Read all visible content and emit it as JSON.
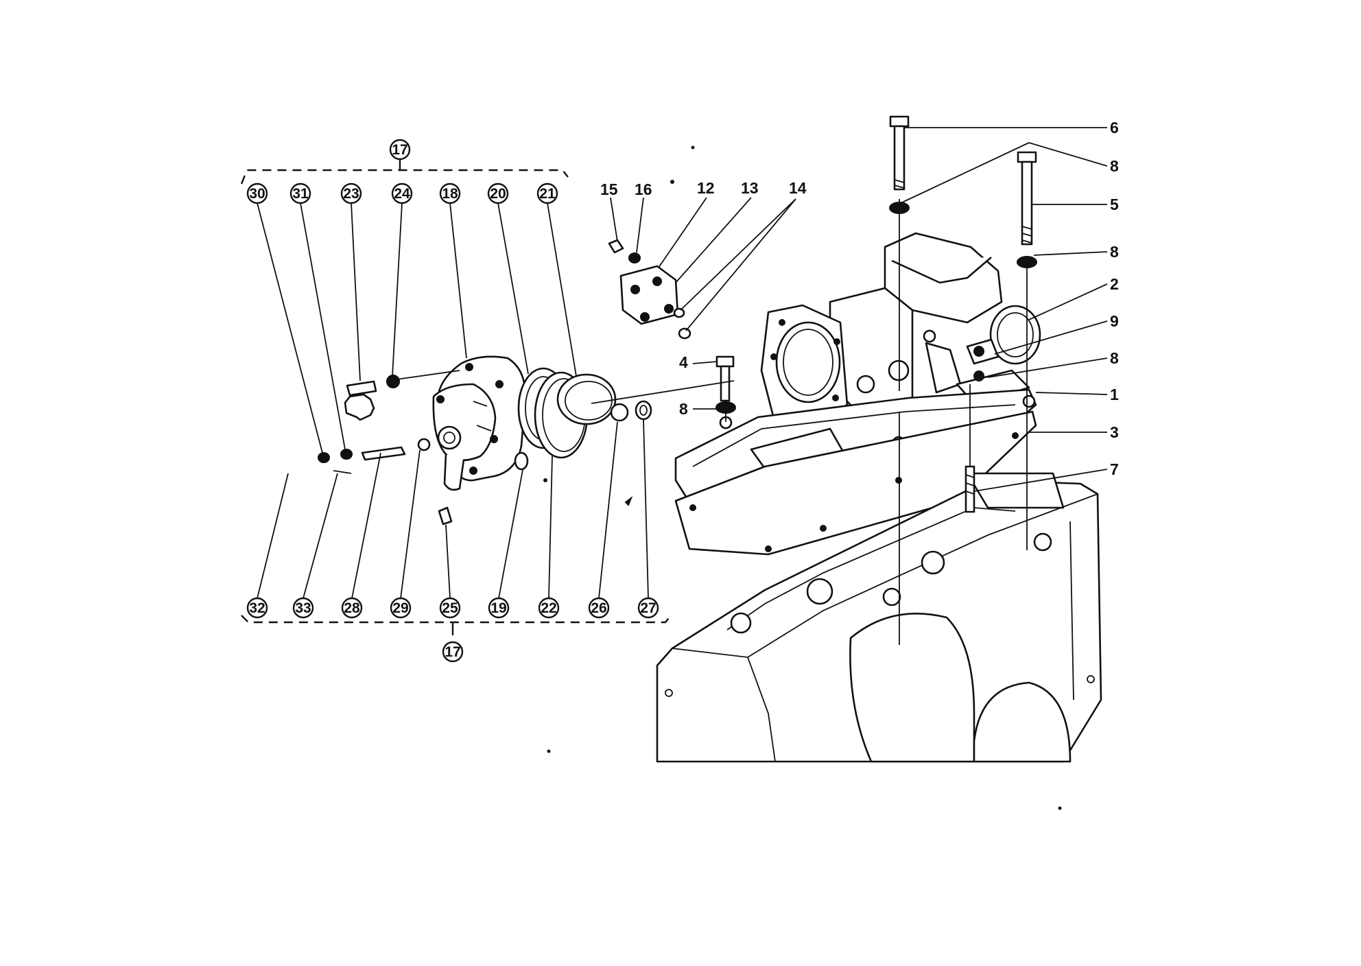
{
  "diagram": {
    "group_label": "17",
    "assembly_callouts": [
      {
        "id": "c30",
        "label": "30"
      },
      {
        "id": "c31",
        "label": "31"
      },
      {
        "id": "c23",
        "label": "23"
      },
      {
        "id": "c24",
        "label": "24"
      },
      {
        "id": "c18",
        "label": "18"
      },
      {
        "id": "c20",
        "label": "20"
      },
      {
        "id": "c21",
        "label": "21"
      },
      {
        "id": "c32",
        "label": "32"
      },
      {
        "id": "c33",
        "label": "33"
      },
      {
        "id": "c28",
        "label": "28"
      },
      {
        "id": "c29",
        "label": "29"
      },
      {
        "id": "c25",
        "label": "25"
      },
      {
        "id": "c19",
        "label": "19"
      },
      {
        "id": "c22",
        "label": "22"
      },
      {
        "id": "c26",
        "label": "26"
      },
      {
        "id": "c27",
        "label": "27"
      }
    ],
    "part_labels": [
      {
        "id": "p15",
        "label": "15"
      },
      {
        "id": "p16",
        "label": "16"
      },
      {
        "id": "p12",
        "label": "12"
      },
      {
        "id": "p13",
        "label": "13"
      },
      {
        "id": "p14",
        "label": "14"
      },
      {
        "id": "p6",
        "label": "6"
      },
      {
        "id": "p8a",
        "label": "8"
      },
      {
        "id": "p5",
        "label": "5"
      },
      {
        "id": "p8b",
        "label": "8"
      },
      {
        "id": "p2",
        "label": "2"
      },
      {
        "id": "p9",
        "label": "9"
      },
      {
        "id": "p8c",
        "label": "8"
      },
      {
        "id": "p1",
        "label": "1"
      },
      {
        "id": "p3",
        "label": "3"
      },
      {
        "id": "p7",
        "label": "7"
      },
      {
        "id": "p4",
        "label": "4"
      },
      {
        "id": "p8d",
        "label": "8"
      }
    ]
  }
}
